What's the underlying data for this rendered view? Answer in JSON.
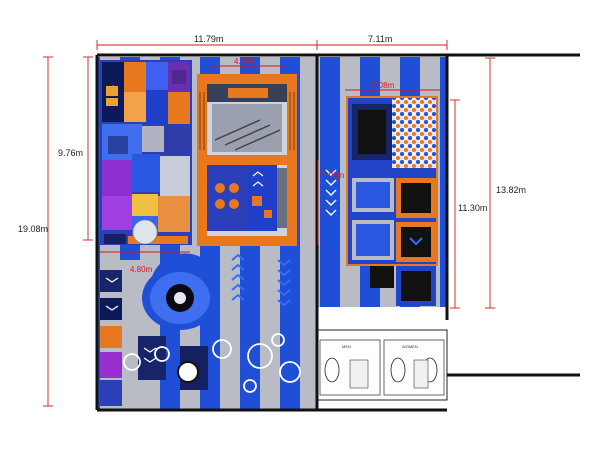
{
  "colors": {
    "wall": "#111111",
    "dimension_line": "#d01a1a",
    "stripe_blue": "#1f4fd6",
    "stripe_gray": "#b9bcc4",
    "accent_orange": "#e8781e",
    "dark_navy": "#142060",
    "arrow_blue": "#2f6fff"
  },
  "dimensions": {
    "top_left_width": "11.79m",
    "top_right_width": "7.11m",
    "left_total_height": "19.08m",
    "left_zone_height": "9.76m",
    "right_total_height": "13.82m",
    "right_zone_height": "11.30m",
    "ninja_width": "4.20m",
    "ninja_height": "9.00m",
    "trampoline_width": "5.08m",
    "spin_width": "4.80m"
  },
  "restroom_labels": {
    "left": "MEN",
    "right": "WOMEN"
  }
}
